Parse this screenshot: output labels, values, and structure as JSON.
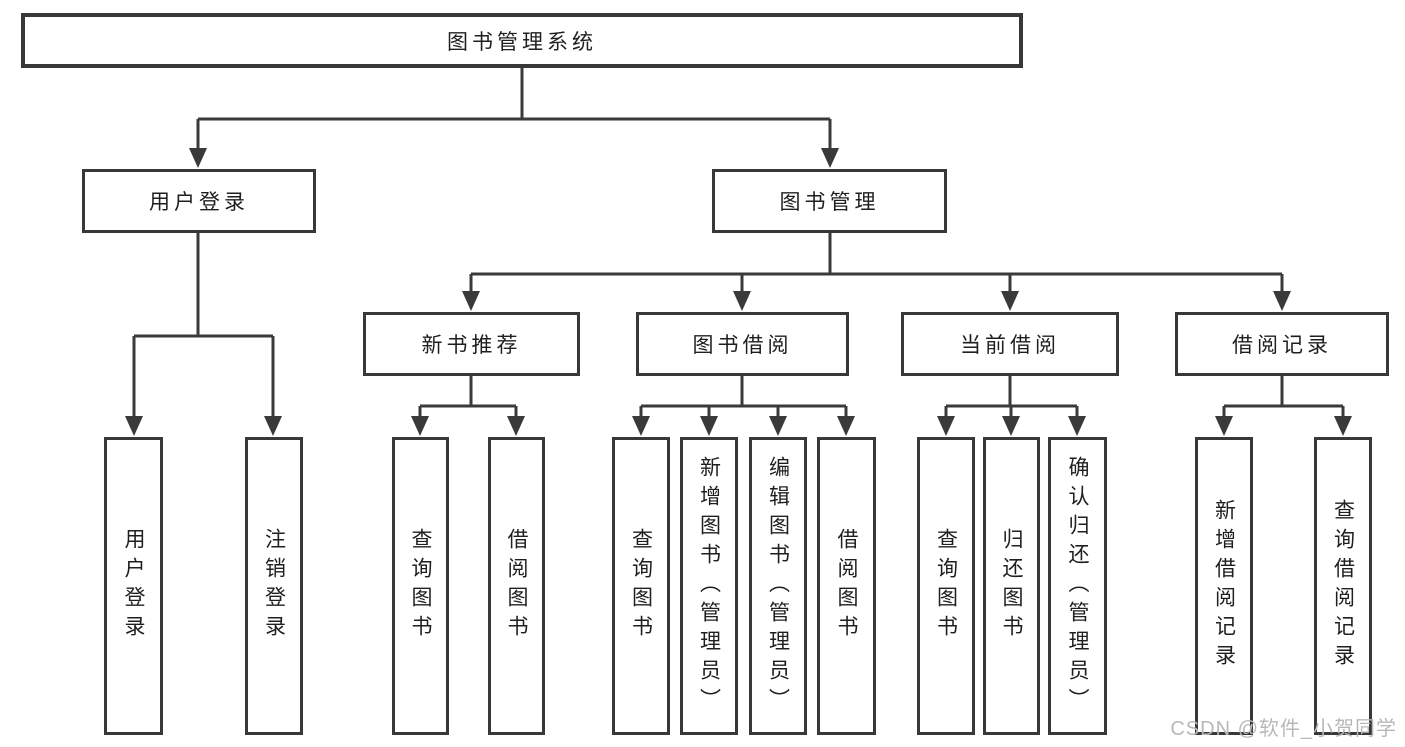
{
  "diagram": {
    "root_label": "图书管理系统",
    "branches": [
      {
        "label": "用户登录",
        "children": [
          {
            "label": "用户登录"
          },
          {
            "label": "注销登录"
          }
        ]
      },
      {
        "label": "图书管理",
        "children": [
          {
            "label": "新书推荐",
            "children": [
              {
                "label": "查询图书"
              },
              {
                "label": "借阅图书"
              }
            ]
          },
          {
            "label": "图书借阅",
            "children": [
              {
                "label": "查询图书"
              },
              {
                "label": "新增图书（管理员）"
              },
              {
                "label": "编辑图书（管理员）"
              },
              {
                "label": "借阅图书"
              }
            ]
          },
          {
            "label": "当前借阅",
            "children": [
              {
                "label": "查询图书"
              },
              {
                "label": "归还图书"
              },
              {
                "label": "确认归还（管理员）"
              }
            ]
          },
          {
            "label": "借阅记录",
            "children": [
              {
                "label": "新增借阅记录"
              },
              {
                "label": "查询借阅记录"
              }
            ]
          }
        ]
      }
    ]
  },
  "watermark": {
    "text": "CSDN @软件_小贺同学"
  },
  "colors": {
    "line": "#3a3a3a",
    "text": "#1f1f1f",
    "watermark": "#b8b8b8",
    "background": "#ffffff"
  }
}
